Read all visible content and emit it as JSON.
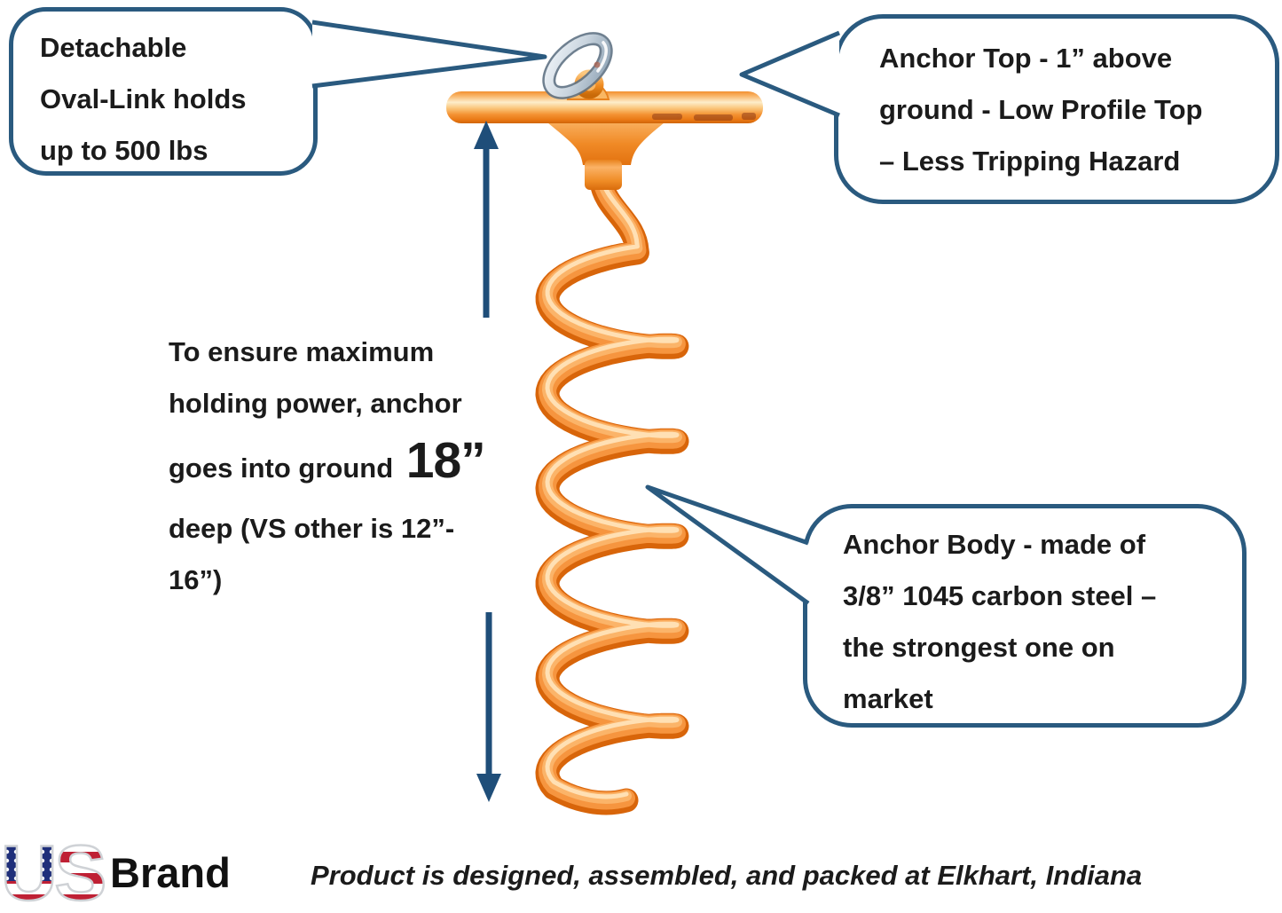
{
  "callouts": {
    "oval_link": {
      "lines": [
        "Detachable",
        "Oval-Link holds",
        "up to 500 lbs"
      ]
    },
    "anchor_top": {
      "lines": [
        "Anchor Top - 1” above",
        "ground - Low Profile Top",
        "– Less Tripping Hazard"
      ]
    },
    "anchor_body": {
      "lines": [
        "Anchor Body - made of",
        "3/8” 1045 carbon steel –",
        "the strongest one on",
        "market"
      ]
    }
  },
  "depth_note": {
    "lines": [
      "To ensure maximum",
      "holding power, anchor",
      "goes into ground ",
      "deep (VS other is 12”-",
      "16”)"
    ],
    "big_value": "18”"
  },
  "footer": {
    "us_text": "US",
    "brand_label": "Brand",
    "tagline": "Product is designed, assembled, and packed at Elkhart, Indiana"
  },
  "colors": {
    "bubble_border_blue": "#2a5a7f",
    "arrow_blue": "#1f4e79",
    "anchor_orange": "#f6953f",
    "anchor_orange_dark": "#d8650a",
    "anchor_highlight": "#ffe3b8",
    "steel_silver": "#c9d4de",
    "flag_red": "#bf2034",
    "flag_blue": "#1f2f7a",
    "text_black": "#1b1b1b"
  }
}
